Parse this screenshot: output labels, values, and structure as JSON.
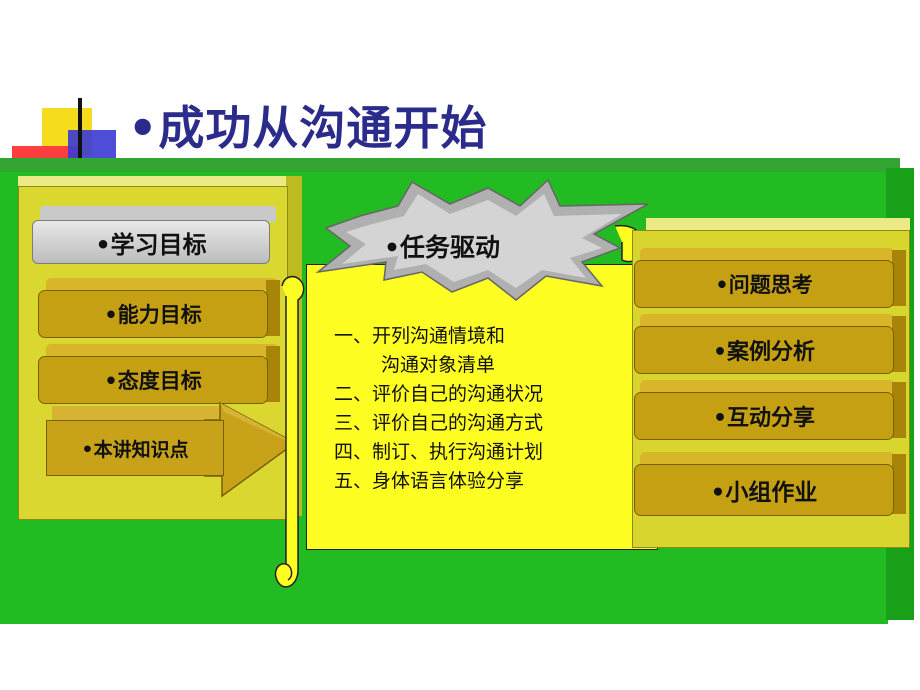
{
  "slide": {
    "title": "•成功从沟通开始",
    "colors": {
      "title": "#2b2b8c",
      "background_green": "#22bb22",
      "panel_yellow": "#d9d730",
      "scroll_yellow": "#fffe22",
      "button_gold": "#c4a012"
    }
  },
  "left_panel": {
    "header": "•学习目标",
    "items": [
      "•能力目标",
      "•态度目标"
    ],
    "arrow_label": "•本讲知识点"
  },
  "center": {
    "burst_label": "•任务驱动",
    "tasks": [
      "一、开列沟通情境和",
      "　 沟通对象清单",
      "二、评价自己的沟通状况",
      "三、评价自己的沟通方式",
      "四、制订、执行沟通计划",
      "五、身体语言体验分享"
    ]
  },
  "right_panel": {
    "items": [
      "•问题思考",
      "•案例分析",
      "•互动分享",
      "•小组作业"
    ]
  }
}
